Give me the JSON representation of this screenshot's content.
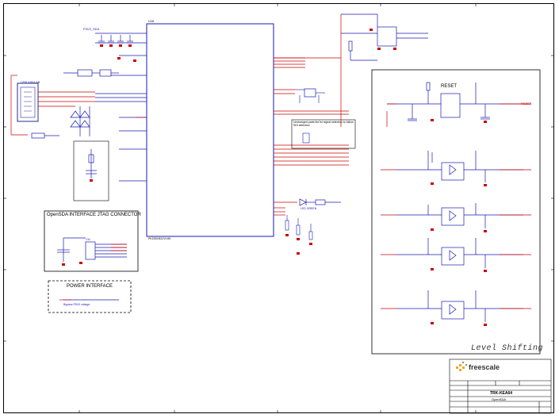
{
  "sections": {
    "opensda_jtag": "OpenSDA INTERFACE JTAG CONNECTOR",
    "power": "POWER INTERFACE",
    "level_shifting": "Level Shifting",
    "reset": "RESET",
    "note": "Unchanged parts list for signal selection to follow SDI selection"
  },
  "mcu": {
    "refdes": "U16",
    "part": "PK20DN512VLH5"
  },
  "title_block": {
    "company": "freescale",
    "board": "TRK-KEA64",
    "sheet": "OpenSDA"
  },
  "labels": {
    "usb_conn": "USB MINI-AB",
    "led": "LED GREEN",
    "vdd": "P3V3_SDA",
    "reset_net": "RESET",
    "jtag": "J11",
    "power_bypass": "Bypass P5V0 voltage"
  },
  "colors": {
    "wire": "#1a1ab0",
    "net": "#cc0000",
    "component": "#2a2a90"
  }
}
